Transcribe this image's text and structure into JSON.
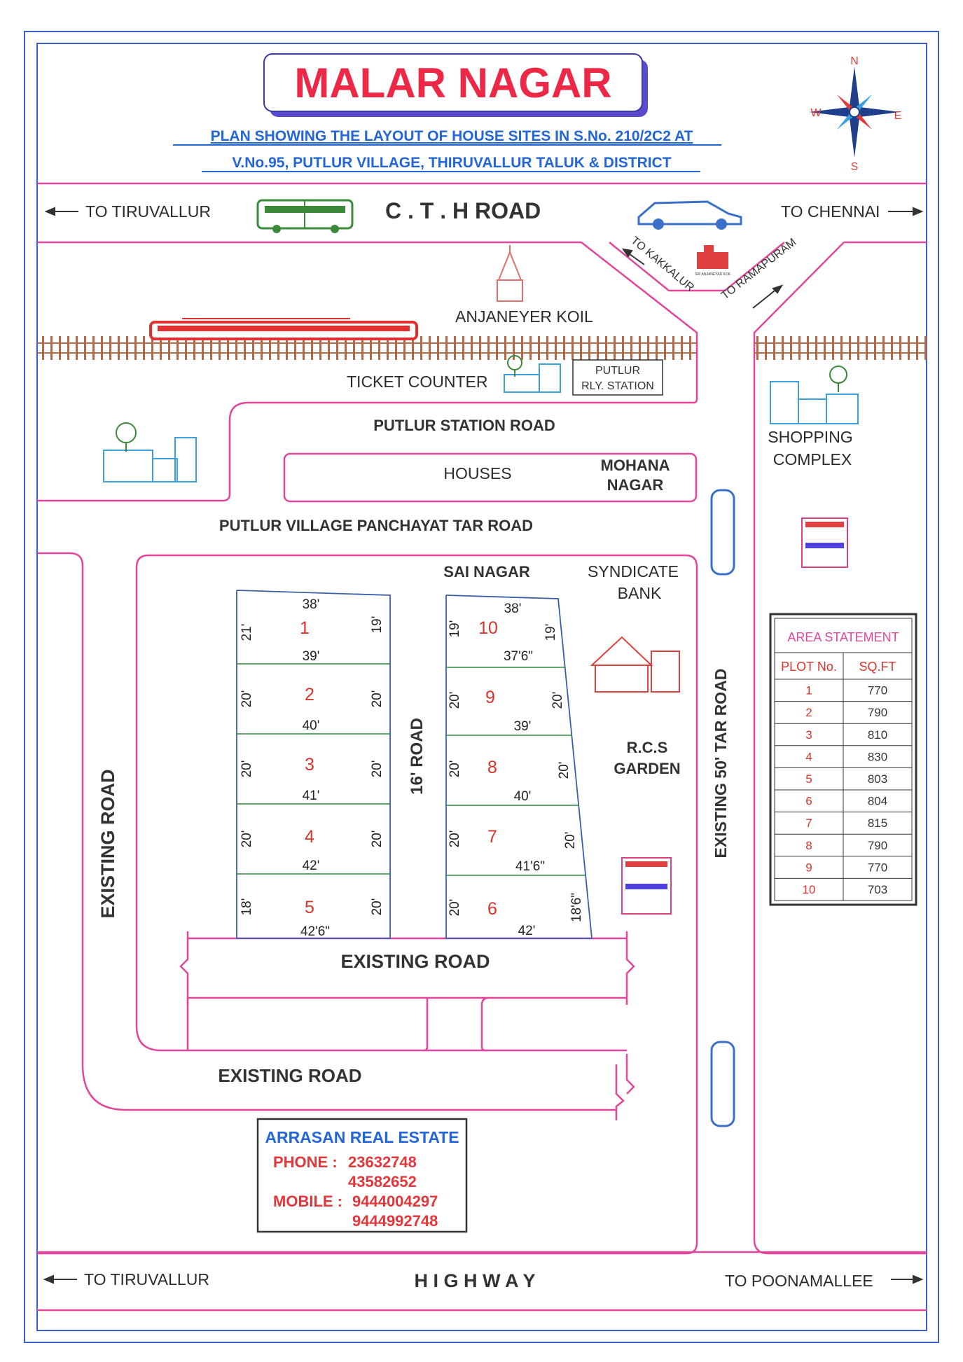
{
  "title": "MALAR NAGAR",
  "subtitle_line1": "PLAN SHOWING THE LAYOUT OF HOUSE SITES IN S.No. 210/2C2 AT",
  "subtitle_line2": "V.No.95, PUTLUR VILLAGE, THIRUVALLUR TALUK & DISTRICT",
  "compass": {
    "n": "N",
    "s": "S",
    "e": "E",
    "w": "W"
  },
  "labels": {
    "cth_road": "C . T . H  ROAD",
    "to_tiruvallur_top": "TO TIRUVALLUR",
    "to_chennai": "TO CHENNAI",
    "to_kakkalur": "TO KAKKALUR",
    "to_ramapuram": "TO RAMAPURAM",
    "temple_sign": "SRI ANJANEYAR KOIL",
    "anjaneyer_koil": "ANJANEYER KOIL",
    "ticket_counter": "TICKET COUNTER",
    "putlur_station_line1": "PUTLUR",
    "putlur_station_line2": "RLY. STATION",
    "putlur_station_road": "PUTLUR  STATION  ROAD",
    "houses": "HOUSES",
    "mohana_line1": "MOHANA",
    "mohana_line2": "NAGAR",
    "shopping_line1": "SHOPPING",
    "shopping_line2": "COMPLEX",
    "panchayat_road": "PUTLUR VILLAGE PANCHAYAT TAR ROAD",
    "sai_nagar": "SAI  NAGAR",
    "syndicate_line1": "SYNDICATE",
    "syndicate_line2": "BANK",
    "rcs_line1": "R.C.S",
    "rcs_line2": "GARDEN",
    "road_16": "16' ROAD",
    "existing_road_left": "EXISTING ROAD",
    "existing_50_road": "EXISTING 50' TAR ROAD",
    "existing_road_mid": "EXISTING  ROAD",
    "existing_road_bottom": "EXISTING  ROAD",
    "highway": "H I G H W A Y",
    "to_tiruvallur_bottom": "TO TIRUVALLUR",
    "to_poonamallee": "TO POONAMALLEE"
  },
  "plots": [
    {
      "no": "1",
      "top": "38'",
      "bottom": "39'",
      "left": "21'",
      "right": "19'"
    },
    {
      "no": "2",
      "bottom": "40'",
      "left": "20'",
      "right": "20'"
    },
    {
      "no": "3",
      "bottom": "41'",
      "left": "20'",
      "right": "20'"
    },
    {
      "no": "4",
      "bottom": "42'",
      "left": "20'",
      "right": "20'"
    },
    {
      "no": "5",
      "bottom": "42'6\"",
      "left": "18'",
      "right": "20'"
    },
    {
      "no": "10",
      "top": "38'",
      "bottom": "37'6\"",
      "left": "19'",
      "right": "19'"
    },
    {
      "no": "9",
      "bottom": "39'",
      "left": "20'",
      "right": "20'"
    },
    {
      "no": "8",
      "bottom": "40'",
      "left": "20'",
      "right": "20'"
    },
    {
      "no": "7",
      "bottom": "41'6\"",
      "left": "20'",
      "right": "20'"
    },
    {
      "no": "6",
      "bottom": "42'",
      "left": "20'",
      "right": "18'6\""
    }
  ],
  "area_statement": {
    "title": "AREA STATEMENT",
    "col_plot": "PLOT No.",
    "col_sqft": "SQ.FT",
    "rows": [
      {
        "plot": "1",
        "sqft": "770"
      },
      {
        "plot": "2",
        "sqft": "790"
      },
      {
        "plot": "3",
        "sqft": "810"
      },
      {
        "plot": "4",
        "sqft": "830"
      },
      {
        "plot": "5",
        "sqft": "803"
      },
      {
        "plot": "6",
        "sqft": "804"
      },
      {
        "plot": "7",
        "sqft": "815"
      },
      {
        "plot": "8",
        "sqft": "790"
      },
      {
        "plot": "9",
        "sqft": "770"
      },
      {
        "plot": "10",
        "sqft": "703"
      }
    ]
  },
  "contact": {
    "company": "ARRASAN REAL ESTATE",
    "phone_label": "PHONE :",
    "phone1": "23632748",
    "phone2": "43582652",
    "mobile_label": "MOBILE :",
    "mobile1": "9444004297",
    "mobile2": "9444992748"
  },
  "colors": {
    "road_outline": "#e0479a",
    "border": "#2c57c4",
    "title": "#ed2746",
    "accent_blue": "#2366d8",
    "plot_red": "#d9342b"
  }
}
